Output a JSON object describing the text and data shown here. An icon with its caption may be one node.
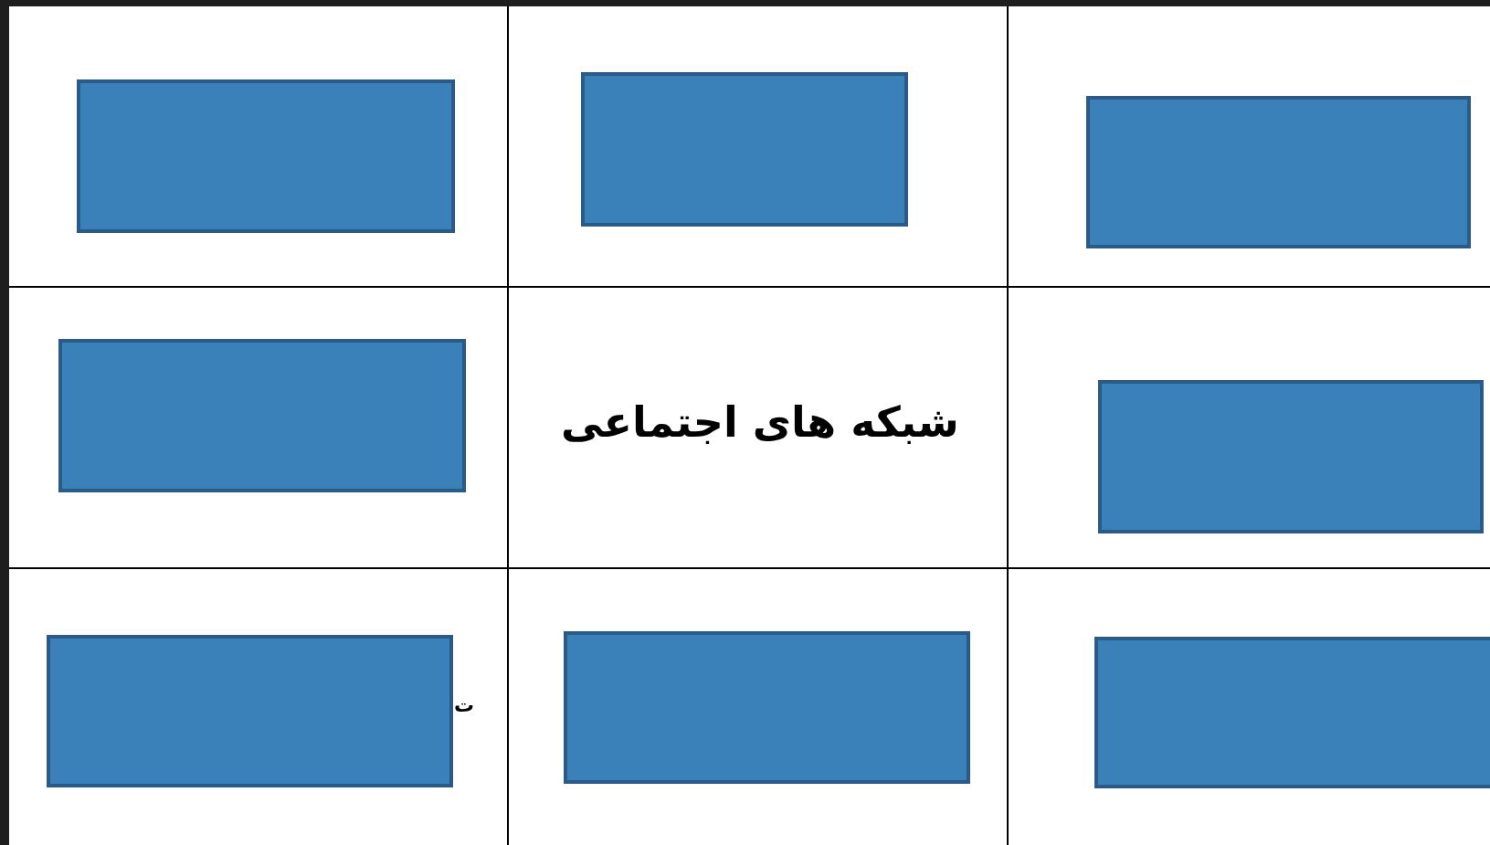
{
  "diagram": {
    "nodes": [
      {
        "text": [],
        "shape": "box"
      },
      {
        "text": [],
        "shape": "box"
      },
      {
        "text": [],
        "shape": "box"
      },
      {
        "text": [],
        "shape": "box"
      },
      {
        "text": [],
        "shape": "box"
      },
      {
        "text": [],
        "shape": "box"
      },
      {
        "text": [],
        "shape": "box"
      },
      {
        "text": [],
        "shape": "box"
      }
    ],
    "labels": [
      "شبکه های اجتماعی",
      "ت"
    ]
  }
}
